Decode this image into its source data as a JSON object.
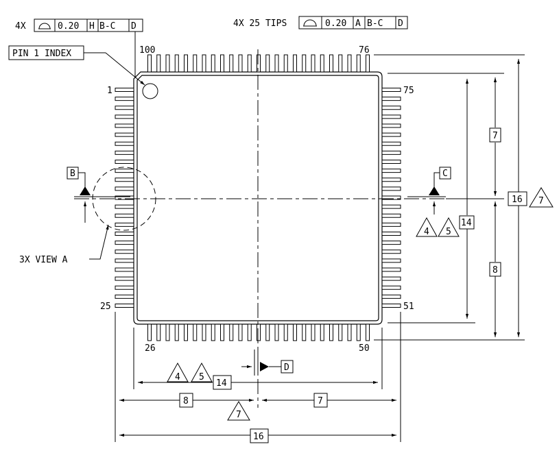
{
  "top_left_callout": {
    "count": "4X",
    "tolerance": "0.20",
    "datums": [
      "H",
      "B-C",
      "D"
    ]
  },
  "top_right_callout": {
    "count": "4X 25 TIPS",
    "tolerance": "0.20",
    "datums": [
      "A",
      "B-C",
      "D"
    ]
  },
  "pin1_label": "PIN 1 INDEX",
  "pins": {
    "p1": "1",
    "p25": "25",
    "p26": "26",
    "p50": "50",
    "p51": "51",
    "p75": "75",
    "p76": "76",
    "p100": "100"
  },
  "datum_labels": {
    "b": "B",
    "c": "C",
    "d": "D"
  },
  "view_label": "3X VIEW A",
  "notes": {
    "n4": "4",
    "n5": "5",
    "n7": "7"
  },
  "dims": {
    "right_upper": "7",
    "right_lower": "8",
    "right_body": "14",
    "right_overall": "16",
    "bottom_body": "14",
    "bottom_left": "8",
    "bottom_right": "7",
    "bottom_overall": "16"
  },
  "colors": {
    "ink": "#000000",
    "paper": "#ffffff"
  }
}
